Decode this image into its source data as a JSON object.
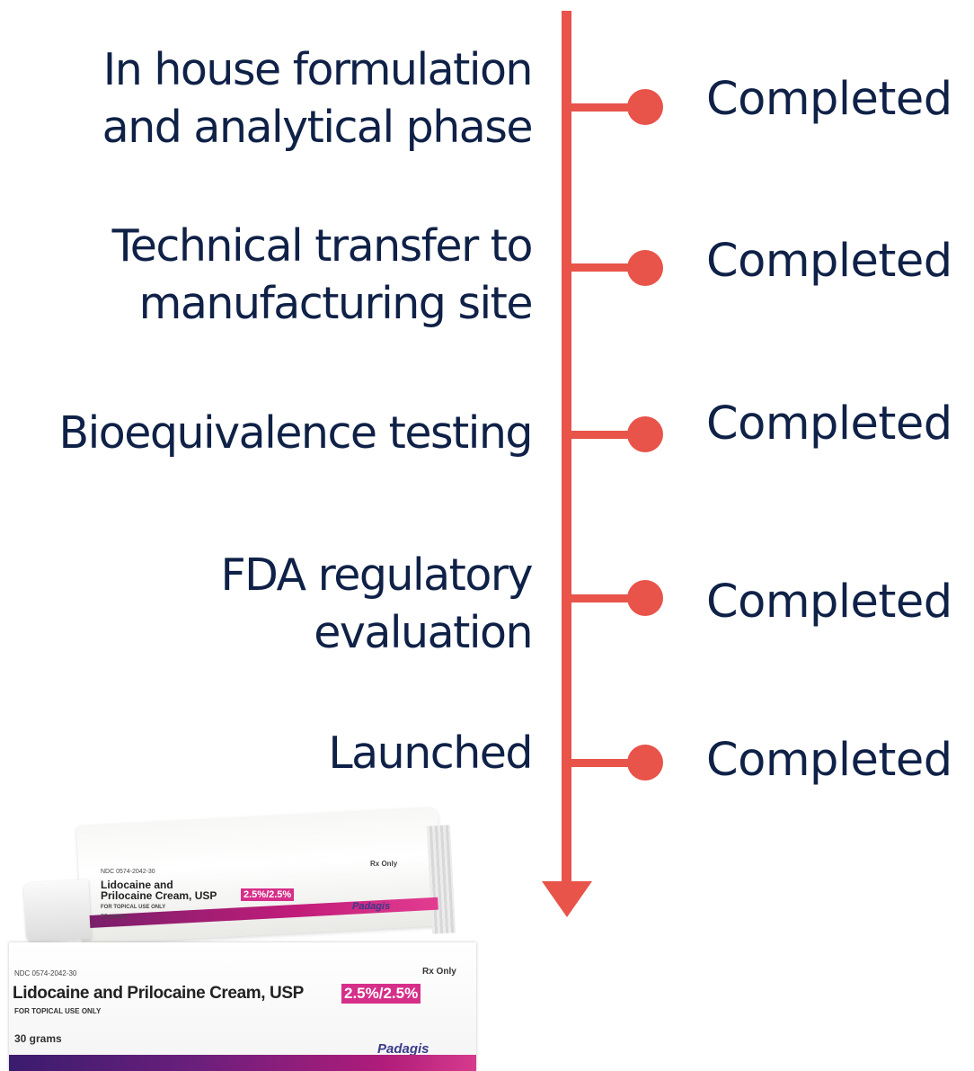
{
  "timeline": {
    "colors": {
      "accent": "#e8534a",
      "text": "#0f2147"
    },
    "steps": [
      {
        "label": "In house formulation\nand analytical phase",
        "status": "Completed"
      },
      {
        "label": "Technical transfer to\nmanufacturing site",
        "status": "Completed"
      },
      {
        "label": "Bioequivalence testing",
        "status": "Completed"
      },
      {
        "label": "FDA regulatory\nevaluation",
        "status": "Completed"
      },
      {
        "label": "Launched",
        "status": "Completed"
      }
    ]
  },
  "product_image": {
    "tube": {
      "ndc": "NDC 0574-2042-30",
      "rx": "Rx Only",
      "name_line1": "Lidocaine and",
      "name_line2": "Prilocaine Cream, USP",
      "strength": "2.5%/2.5%",
      "usage": "FOR TOPICAL USE ONLY",
      "size": "30 grams",
      "brand": "Padagis"
    },
    "box": {
      "ndc": "NDC 0574-2042-30",
      "rx": "Rx Only",
      "name": "Lidocaine and Prilocaine Cream, USP",
      "strength": "2.5%/2.5%",
      "usage": "FOR TOPICAL USE ONLY",
      "size": "30 grams",
      "brand": "Padagis"
    }
  }
}
